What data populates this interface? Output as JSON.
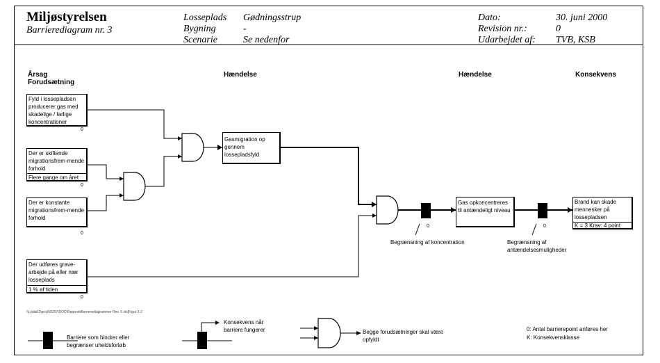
{
  "header": {
    "org": "Miljøstyrelsen",
    "subtitle": "Barrierediagram nr. 3",
    "mid_labels": [
      "Losseplads",
      "Bygning",
      "Scenarie"
    ],
    "mid_values": [
      "Gødningsstrup",
      "-",
      "Se nedenfor"
    ],
    "right_labels": [
      "Dato:",
      "Revision nr.:",
      "Udarbejdet af:"
    ],
    "right_values": [
      "30. juni 2000",
      "0",
      "TVB, KSB"
    ]
  },
  "columns": {
    "cause": "Årsag",
    "cause_sub": "Forudsætning",
    "event1": "Hændelse",
    "event2": "Hændelse",
    "consequence": "Konsekvens"
  },
  "boxes": {
    "b1": "Fyld i lossepladsen producerer gas med skadelige / farlige koncentrationer",
    "b2_main": "Der er skiftende migrationsfrem-mende forhold",
    "b2_note": "Flere gange om året",
    "b3": "Der er konstante migrationsfrem-mende forhold",
    "b4_main": "Der udføres grave-arbejde på eller nær losseplads",
    "b4_note": "1 % af tiden",
    "gas": "Gasmigration op gennem lossepladsfyld",
    "conc": "Gas opkoncentreres til antændeligt niveau",
    "fire_main": "Brand kan skade mennesker på lossepladsen",
    "fire_note": "K = 3 Krav: 4 point"
  },
  "zeros": [
    "0",
    "0",
    "0",
    "0",
    "0",
    "0"
  ],
  "barrier_labels": {
    "b1": "Begrænsning af koncentration",
    "b2": "Begrænsning af antændelsesmuligheder"
  },
  "file_path": "\\\\Lydia02\\proj\\50257\\DOC\\Rapport\\Barrierediagrammer Rev. 0.xls]Figur 3.2",
  "legend": {
    "barrier": "Barriere som hindrer eller begrænser uheldsforløb",
    "consequence": "Konsekvens når barriere fungerer",
    "and_gate": "Begge forudsætninger skal være opfyldt",
    "note1": "0: Antal barrierepoint anføres her",
    "note2": "K: Konsekvensklasse"
  }
}
